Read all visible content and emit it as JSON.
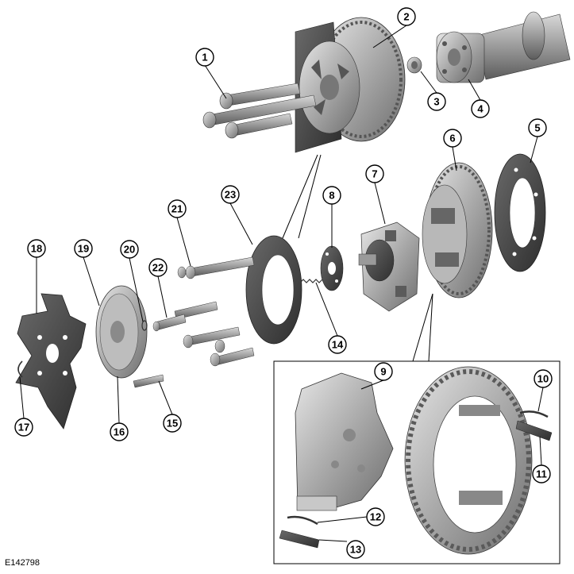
{
  "figure_ref": "E142798",
  "callouts": [
    "1",
    "2",
    "3",
    "4",
    "5",
    "6",
    "7",
    "8",
    "9",
    "10",
    "11",
    "12",
    "13",
    "14",
    "15",
    "16",
    "17",
    "18",
    "19",
    "20",
    "21",
    "22",
    "23"
  ],
  "colors": {
    "part_dark": "#4a4a4a",
    "part_mid": "#8c8c8c",
    "part_light": "#cfcfcf",
    "outline": "#000000"
  }
}
